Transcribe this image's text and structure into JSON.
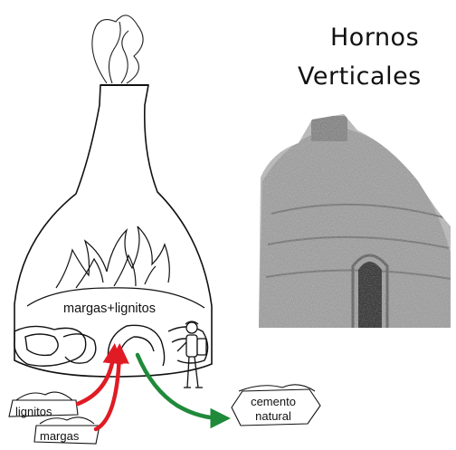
{
  "title": {
    "line1": "Hornos",
    "line2": "Verticales"
  },
  "labels": {
    "mixture": "margas+lignitos",
    "input_1": "lignitos",
    "input_2": "margas",
    "output_line1": "cemento",
    "output_line2": "natural"
  },
  "colors": {
    "arrow_in": "#e01b24",
    "arrow_out": "#1f8a3a",
    "ink": "#111111"
  },
  "icons": [
    "smoke-icon",
    "flame-icon",
    "rock-icon",
    "worker-icon",
    "kiln-photo"
  ]
}
